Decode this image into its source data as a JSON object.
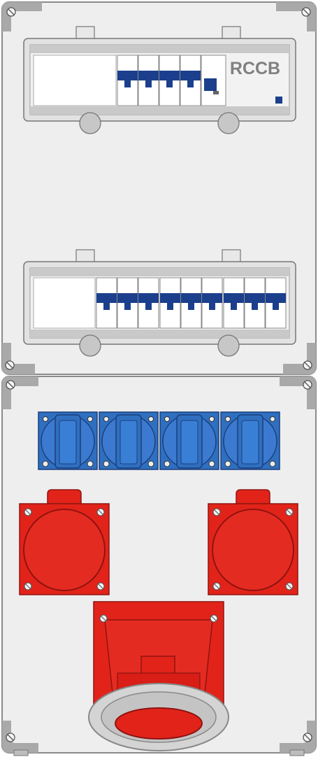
{
  "upper_enclosure": {
    "rccb_row": {
      "label": "RCCB",
      "breaker_count": 4
    },
    "mcb_row": {
      "breaker_count": 9
    }
  },
  "lower_enclosure": {
    "schuko_sockets": {
      "count": 4,
      "color": "#2f6fc0"
    },
    "cee_sockets_small": {
      "count": 2,
      "color": "#e2231a"
    },
    "cee_socket_large": {
      "count": 1,
      "color": "#e2231a"
    }
  },
  "colors": {
    "housing": "#eeeeee",
    "housing_edge": "#8a8a8a",
    "corner": "#a9a9a9",
    "breaker_blue": "#1b3f8c",
    "schuko_blue": "#2f6fc0",
    "cee_red": "#e2231a"
  }
}
